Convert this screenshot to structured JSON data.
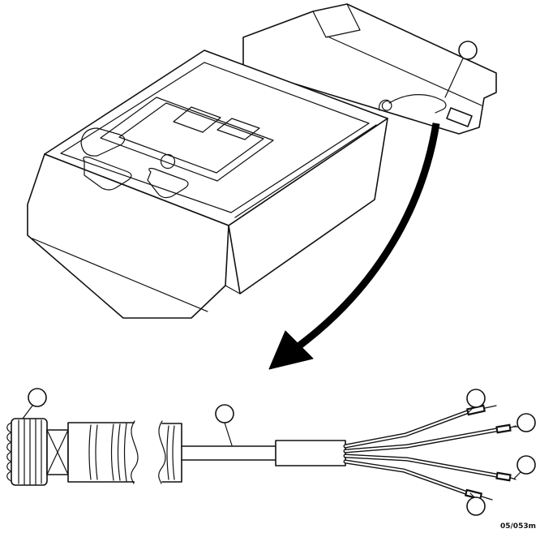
{
  "figure": {
    "code": "05/053m"
  },
  "colors": {
    "background": "#ffffff",
    "line": "#111111"
  },
  "callouts": [
    "device-pigtail-wire",
    "cable-connector",
    "cable-midsection",
    "wire-terminal-top",
    "wire-terminal-right-upper",
    "wire-terminal-right-lower",
    "wire-terminal-bottom"
  ]
}
